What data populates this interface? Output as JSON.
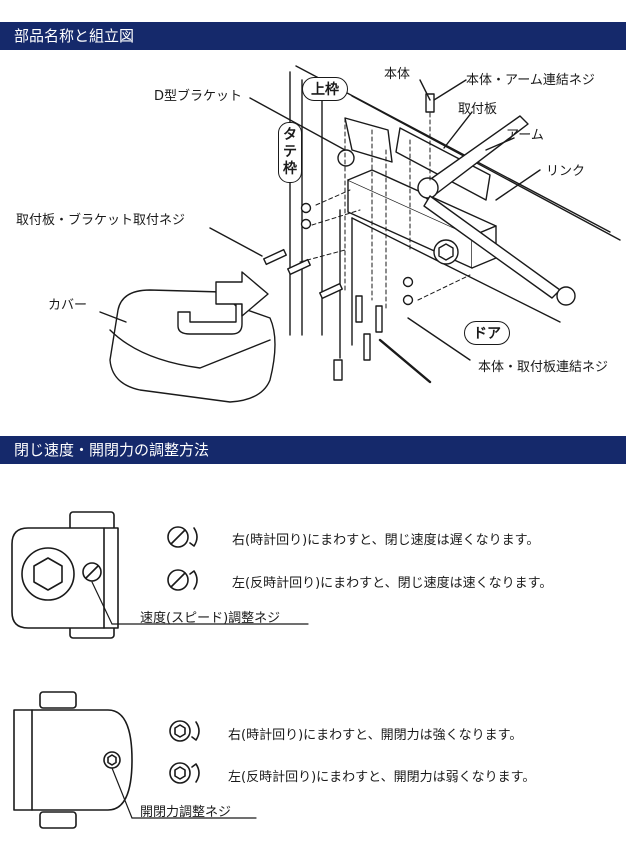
{
  "sections": {
    "parts_title": "部品名称と組立図",
    "adjust_title": "閉じ速度・開閉力の調整方法"
  },
  "parts": {
    "d_bracket": "D型ブラケット",
    "upper_frame": "上枠",
    "vertical_frame": "タテ枠",
    "body": "本体",
    "body_arm_screw": "本体・アーム連結ネジ",
    "mount_plate": "取付板",
    "arm": "アーム",
    "link": "リンク",
    "plate_bracket_screw": "取付板・ブラケット取付ネジ",
    "cover": "カバー",
    "door": "ドア",
    "body_plate_screw": "本体・取付板連結ネジ"
  },
  "speed": {
    "label": "速度(スピード)調整ネジ",
    "clockwise": "右(時計回り)にまわすと、閉じ速度は遅くなります。",
    "counter": "左(反時計回り)にまわすと、閉じ速度は速くなります。"
  },
  "force": {
    "label": "開閉力調整ネジ",
    "clockwise": "右(時計回り)にまわすと、開閉力は強くなります。",
    "counter": "左(反時計回り)にまわすと、開閉力は弱くなります。"
  },
  "colors": {
    "header_bg": "#15296b",
    "header_text": "#ffffff",
    "line": "#1a1a1a"
  }
}
